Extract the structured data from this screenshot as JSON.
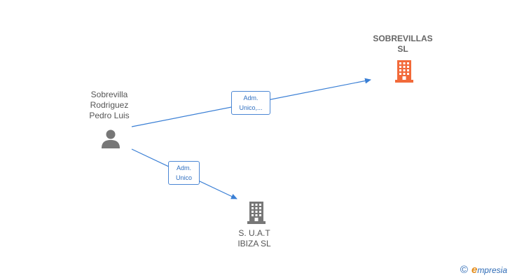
{
  "nodes": {
    "person": {
      "lines": [
        "Sobrevilla",
        "Rodriguez",
        "Pedro Luis"
      ],
      "icon": "person-icon",
      "color": "#777777"
    },
    "company_main": {
      "lines": [
        "SOBREVILLAS",
        "SL"
      ],
      "icon": "building-icon",
      "color": "#f26a3a"
    },
    "company_secondary": {
      "lines": [
        "S. U.A.T",
        "IBIZA SL"
      ],
      "icon": "building-icon",
      "color": "#777777"
    }
  },
  "edges": [
    {
      "from": "person",
      "to": "company_main",
      "label_lines": [
        "Adm.",
        "Unico,..."
      ]
    },
    {
      "from": "person",
      "to": "company_secondary",
      "label_lines": [
        "Adm.",
        "Unico"
      ]
    }
  ],
  "colors": {
    "edge": "#3a7fd5"
  },
  "watermark": {
    "symbol": "©",
    "brand_first": "e",
    "brand_rest": "mpresia"
  }
}
